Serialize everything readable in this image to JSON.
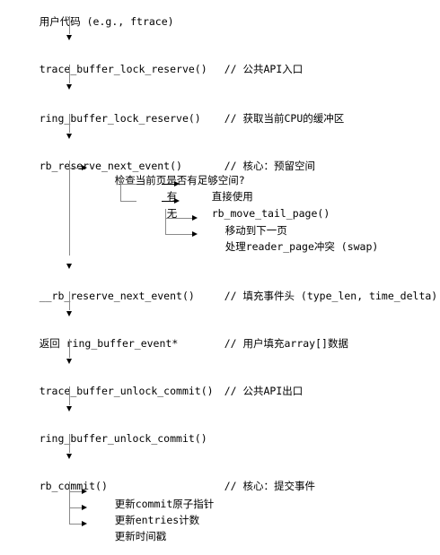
{
  "steps": [
    {
      "code": "用户代码 (e.g., ftrace)",
      "comment": ""
    },
    {
      "code": "trace_buffer_lock_reserve()",
      "comment": "// 公共API入口"
    },
    {
      "code": "ring_buffer_lock_reserve()",
      "comment": "// 获取当前CPU的缓冲区"
    },
    {
      "code": "rb_reserve_next_event()",
      "comment": "// 核心：预留空间"
    },
    {
      "code": "__rb_reserve_next_event()",
      "comment": "// 填充事件头 (type_len, time_delta)"
    },
    {
      "code": "返回 ring_buffer_event*",
      "comment": "// 用户填充array[]数据"
    },
    {
      "code": "trace_buffer_unlock_commit()",
      "comment": "// 公共API出口"
    },
    {
      "code": "ring_buffer_unlock_commit()",
      "comment": ""
    },
    {
      "code": "rb_commit()",
      "comment": "// 核心：提交事件"
    }
  ],
  "reserve_branch": {
    "check": "检查当前页是否有足够空间?",
    "yes_label": "有",
    "yes_action": "直接使用",
    "no_label": "无",
    "no_action": "rb_move_tail_page()",
    "no_sub": [
      "移动到下一页",
      "处理reader_page冲突 (swap)"
    ]
  },
  "commit_branch": [
    "更新commit原子指针",
    "更新entries计数",
    "更新时间戳"
  ]
}
